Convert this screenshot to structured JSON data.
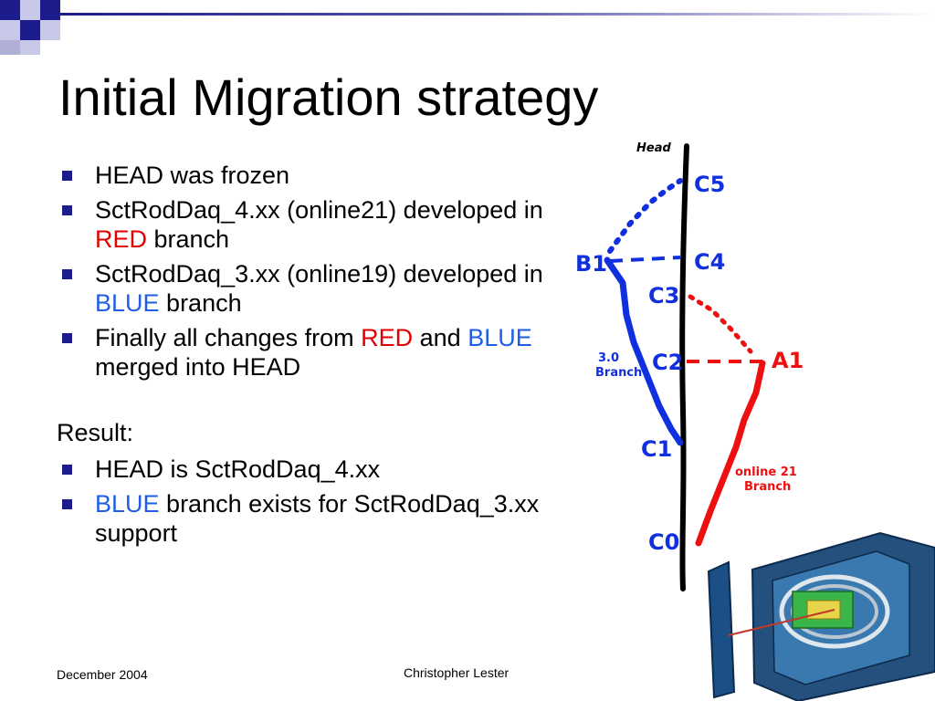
{
  "slide": {
    "title": "Initial Migration strategy",
    "bullets": [
      {
        "parts": [
          "HEAD was frozen"
        ]
      },
      {
        "parts": [
          "SctRodDaq_4.xx (online21) developed in ",
          "RED",
          " branch"
        ]
      },
      {
        "parts": [
          "SctRodDaq_3.xx (online19) developed in ",
          "BLUE",
          " branch"
        ]
      },
      {
        "parts": [
          "Finally all changes from ",
          "RED",
          " and ",
          "BLUE",
          " merged into HEAD"
        ]
      }
    ],
    "result_label": "Result:",
    "result_bullets": [
      {
        "parts": [
          "HEAD is SctRodDaq_4.xx"
        ]
      },
      {
        "parts": [
          "BLUE",
          " branch exists for SctRodDaq_3.xx support"
        ]
      }
    ],
    "footer": {
      "date": "December 2004",
      "author": "Christopher Lester"
    }
  },
  "diagram": {
    "head_label": "Head",
    "commits": [
      "C5",
      "C4",
      "C3",
      "C2",
      "C1",
      "C0"
    ],
    "blue_node": "B1",
    "red_node": "A1",
    "blue_branch_label": [
      "3.0",
      "Branch"
    ],
    "red_branch_label": [
      "online 21",
      "Branch"
    ]
  },
  "colors": {
    "bullet": "#1c1c8c",
    "red": "#e00000",
    "blue": "#1f5ee6",
    "diagram_blue": "#1030e0",
    "diagram_red": "#ee1010",
    "deco_navy": "#1c1c8c"
  }
}
